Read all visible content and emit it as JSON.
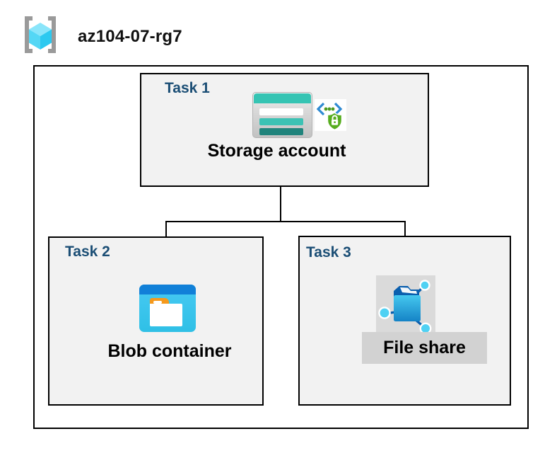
{
  "resource_group": {
    "name": "az104-07-rg7",
    "icon": "resource-group-icon"
  },
  "tasks": [
    {
      "label": "Task 1",
      "resource_label": "Storage account",
      "icons": [
        "storage-account-icon",
        "sas-shield-lock-icon"
      ]
    },
    {
      "label": "Task 2",
      "resource_label": "Blob container",
      "icons": [
        "blob-container-icon"
      ]
    },
    {
      "label": "Task 3",
      "resource_label": "File share",
      "icons": [
        "file-share-icon"
      ]
    }
  ],
  "connections": [
    {
      "from": "Storage account",
      "to": "Blob container"
    },
    {
      "from": "Storage account",
      "to": "File share"
    }
  ],
  "colors": {
    "task_label": "#1b4e75",
    "box_fill": "#f2f2f2",
    "border": "#000000",
    "storage_teal": "#35c4b3",
    "storage_teal_light": "#3cc2b4",
    "storage_teal_dark": "#20847c",
    "blob_top_blue": "#1180d8",
    "blob_body_cyan": "#3cc7f0",
    "folder_tab_orange": "#f5991d",
    "file_share_folder_blue": "#1583c6",
    "node_cyan": "#4fd1f3",
    "shield_green": "#57ad1f",
    "code_bracket_blue": "#2f8ad2",
    "rg_cube_cyan": "#54d7f5",
    "rg_bracket_gray": "#9a9a9a",
    "file_share_bg_gray": "#d2d2d2"
  }
}
